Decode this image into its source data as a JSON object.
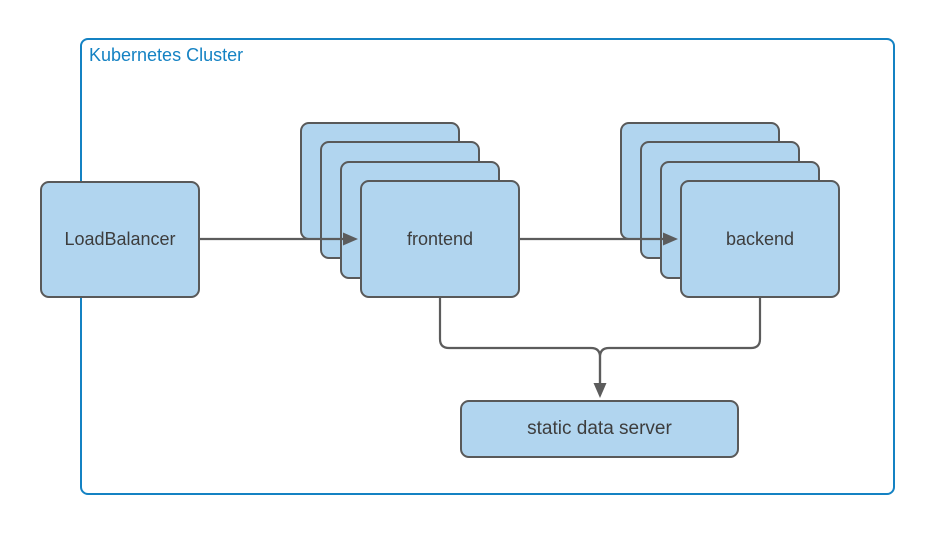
{
  "diagram": {
    "cluster": {
      "label": "Kubernetes Cluster"
    },
    "nodes": {
      "load_balancer": {
        "label": "LoadBalancer",
        "stacked": false,
        "replicas": 1
      },
      "frontend": {
        "label": "frontend",
        "stacked": true,
        "replicas": 4
      },
      "backend": {
        "label": "backend",
        "stacked": true,
        "replicas": 4
      },
      "static_data_server": {
        "label": "static data server",
        "stacked": false,
        "replicas": 1
      }
    },
    "edges": [
      {
        "from": "LoadBalancer",
        "to": "frontend",
        "style": "arrow"
      },
      {
        "from": "frontend",
        "to": "backend",
        "style": "arrow"
      },
      {
        "from": "frontend",
        "to": "static data server",
        "style": "arrow-merged"
      },
      {
        "from": "backend",
        "to": "static data server",
        "style": "arrow-merged"
      }
    ],
    "colors": {
      "cluster_border": "#1482c3",
      "cluster_label": "#1482c3",
      "node_fill": "#b1d5ef",
      "node_border": "#595959",
      "node_text": "#3d3d3d",
      "connector": "#5c5c5c",
      "background": "#ffffff"
    }
  }
}
